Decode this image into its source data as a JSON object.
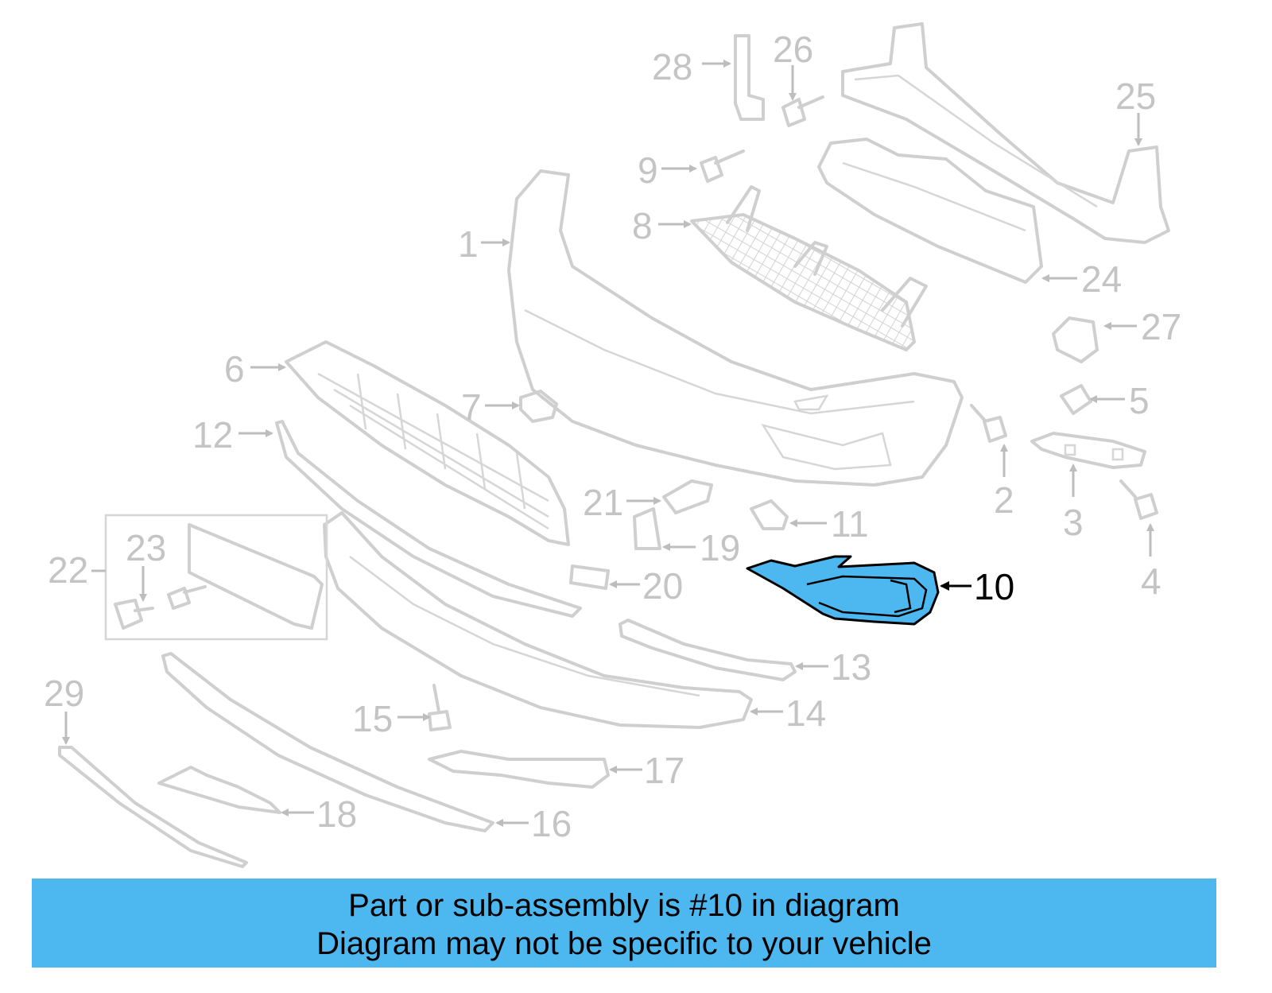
{
  "callouts": [
    "1",
    "2",
    "3",
    "4",
    "5",
    "6",
    "7",
    "8",
    "9",
    "10",
    "11",
    "12",
    "13",
    "14",
    "15",
    "16",
    "17",
    "18",
    "19",
    "20",
    "21",
    "22",
    "23",
    "24",
    "25",
    "26",
    "27",
    "28",
    "29"
  ],
  "highlighted_part": "10",
  "colors": {
    "highlight": "#4db8f0",
    "parts": "#cfcfcf",
    "labels": "#c4c4c4",
    "active_label": "#000000"
  },
  "banner": {
    "line1": "Part or sub-assembly is #10 in diagram",
    "line2": "Diagram may not be specific to your vehicle"
  }
}
